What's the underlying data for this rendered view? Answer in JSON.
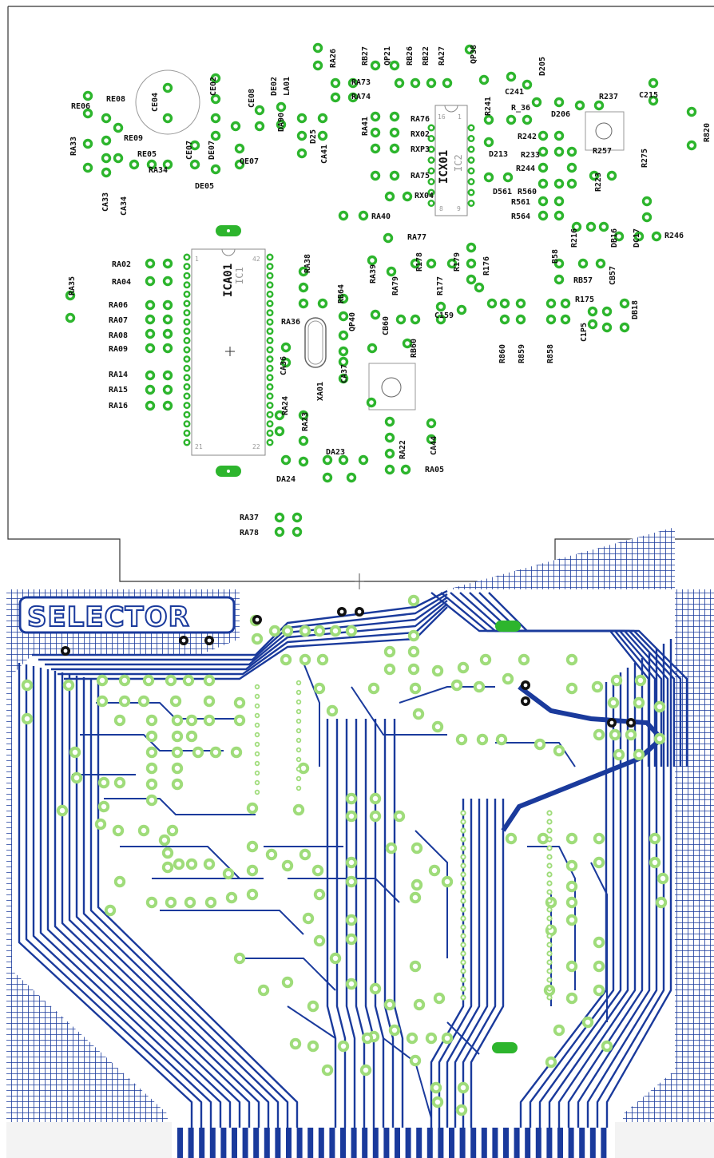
{
  "colors": {
    "pad": "#2db52d",
    "pad_light": "#9fdc7a",
    "trace": "#1a3a9c",
    "outline": "#333333",
    "silk": "#111111"
  },
  "title": "SELECTOR",
  "components": {
    "ic1_ref": "ICA01",
    "ic1_type": "IC1",
    "ic1_pin1": "1",
    "ic1_pin21": "21",
    "ic1_pin22": "22",
    "ic1_pin42": "42",
    "ic2_ref": "ICX01",
    "ic2_type": "IC2",
    "ic2_pin1": "1",
    "ic2_pin8": "8",
    "ic2_pin9": "9",
    "ic2_pin16": "16",
    "crystal": "XA01"
  },
  "labels": [
    {
      "id": "RE06",
      "t": "RE06"
    },
    {
      "id": "RE08",
      "t": "RE08"
    },
    {
      "id": "RE09",
      "t": "RE09"
    },
    {
      "id": "RE05",
      "t": "RE05"
    },
    {
      "id": "RA33",
      "t": "RA33"
    },
    {
      "id": "RA34",
      "t": "RA34"
    },
    {
      "id": "CA33",
      "t": "CA33"
    },
    {
      "id": "CA34",
      "t": "CA34"
    },
    {
      "id": "CE04",
      "t": "CE04"
    },
    {
      "id": "CE02",
      "t": "CE02"
    },
    {
      "id": "CE08",
      "t": "CE08"
    },
    {
      "id": "CE07",
      "t": "CE07"
    },
    {
      "id": "DE02",
      "t": "DE02"
    },
    {
      "id": "DE05",
      "t": "DE05"
    },
    {
      "id": "QE07",
      "t": "QE07"
    },
    {
      "id": "DE07",
      "t": "DE07"
    },
    {
      "id": "DA90",
      "t": "DA90"
    },
    {
      "id": "LA01",
      "t": "LA01"
    },
    {
      "id": "D25",
      "t": "D25"
    },
    {
      "id": "CA41",
      "t": "CA41"
    },
    {
      "id": "RA26",
      "t": "RA26"
    },
    {
      "id": "RA73",
      "t": "RA73"
    },
    {
      "id": "RA74",
      "t": "RA74"
    },
    {
      "id": "RB27",
      "t": "RB27"
    },
    {
      "id": "QP21",
      "t": "QP21"
    },
    {
      "id": "RB26",
      "t": "RB26"
    },
    {
      "id": "RB22",
      "t": "RB22"
    },
    {
      "id": "RA27",
      "t": "RA27"
    },
    {
      "id": "QP38",
      "t": "QP38"
    },
    {
      "id": "D205",
      "t": "D205"
    },
    {
      "id": "C241",
      "t": "C241"
    },
    {
      "id": "R241",
      "t": "R241"
    },
    {
      "id": "RA41",
      "t": "RA41"
    },
    {
      "id": "RA76",
      "t": "RA76"
    },
    {
      "id": "RX02",
      "t": "RX02"
    },
    {
      "id": "RXP3",
      "t": "RXP3"
    },
    {
      "id": "RA75",
      "t": "RA75"
    },
    {
      "id": "RX04",
      "t": "RX04"
    },
    {
      "id": "RA40",
      "t": "RA40"
    },
    {
      "id": "R236",
      "t": "R_36"
    },
    {
      "id": "D206",
      "t": "D206"
    },
    {
      "id": "R237",
      "t": "R237"
    },
    {
      "id": "C215",
      "t": "C215"
    },
    {
      "id": "R820",
      "t": "R820"
    },
    {
      "id": "D213",
      "t": "D213"
    },
    {
      "id": "R242",
      "t": "R242"
    },
    {
      "id": "R233",
      "t": "R233"
    },
    {
      "id": "R244",
      "t": "R244"
    },
    {
      "id": "R257",
      "t": "R257"
    },
    {
      "id": "R275",
      "t": "R275"
    },
    {
      "id": "D561",
      "t": "D561"
    },
    {
      "id": "R560",
      "t": "R560"
    },
    {
      "id": "R223",
      "t": "R223"
    },
    {
      "id": "R561",
      "t": "R561"
    },
    {
      "id": "R564",
      "t": "R564"
    },
    {
      "id": "R216",
      "t": "R216"
    },
    {
      "id": "DB16",
      "t": "DB16"
    },
    {
      "id": "DC17",
      "t": "DC17"
    },
    {
      "id": "R246",
      "t": "R246"
    },
    {
      "id": "RA02",
      "t": "RA02"
    },
    {
      "id": "RA04",
      "t": "RA04"
    },
    {
      "id": "RA06",
      "t": "RA06"
    },
    {
      "id": "RA07",
      "t": "RA07"
    },
    {
      "id": "RA08",
      "t": "RA08"
    },
    {
      "id": "RA09",
      "t": "RA09"
    },
    {
      "id": "RA14",
      "t": "RA14"
    },
    {
      "id": "RA15",
      "t": "RA15"
    },
    {
      "id": "RA16",
      "t": "RA16"
    },
    {
      "id": "RA35",
      "t": "RA35"
    },
    {
      "id": "RA38",
      "t": "RA38"
    },
    {
      "id": "RA36",
      "t": "RA36"
    },
    {
      "id": "RA77",
      "t": "RA77"
    },
    {
      "id": "RA39",
      "t": "RA39"
    },
    {
      "id": "RB64",
      "t": "RB64"
    },
    {
      "id": "RA79",
      "t": "RA79"
    },
    {
      "id": "R178",
      "t": "R178"
    },
    {
      "id": "R179",
      "t": "R179"
    },
    {
      "id": "R176",
      "t": "R176"
    },
    {
      "id": "R177",
      "t": "R177"
    },
    {
      "id": "B58",
      "t": "B58"
    },
    {
      "id": "RB57",
      "t": "RB57"
    },
    {
      "id": "CB57",
      "t": "CB57"
    },
    {
      "id": "QP40",
      "t": "QP40"
    },
    {
      "id": "CB60",
      "t": "CB60"
    },
    {
      "id": "C159",
      "t": "C159"
    },
    {
      "id": "RB60",
      "t": "RB60"
    },
    {
      "id": "R860",
      "t": "R860"
    },
    {
      "id": "R859",
      "t": "R859"
    },
    {
      "id": "R858",
      "t": "R858"
    },
    {
      "id": "R175",
      "t": "R175"
    },
    {
      "id": "C175",
      "t": "C1P5"
    },
    {
      "id": "DB18",
      "t": "DB18"
    },
    {
      "id": "CA36",
      "t": "CA36"
    },
    {
      "id": "CA37",
      "t": "CA37"
    },
    {
      "id": "RA24",
      "t": "RA24"
    },
    {
      "id": "RA23",
      "t": "RA23"
    },
    {
      "id": "RA22",
      "t": "RA22"
    },
    {
      "id": "CA44",
      "t": "CA44"
    },
    {
      "id": "RA05",
      "t": "RA05"
    },
    {
      "id": "DA23",
      "t": "DA23"
    },
    {
      "id": "DA24",
      "t": "DA24"
    },
    {
      "id": "RA37",
      "t": "RA37"
    },
    {
      "id": "RA78",
      "t": "RA78"
    }
  ]
}
